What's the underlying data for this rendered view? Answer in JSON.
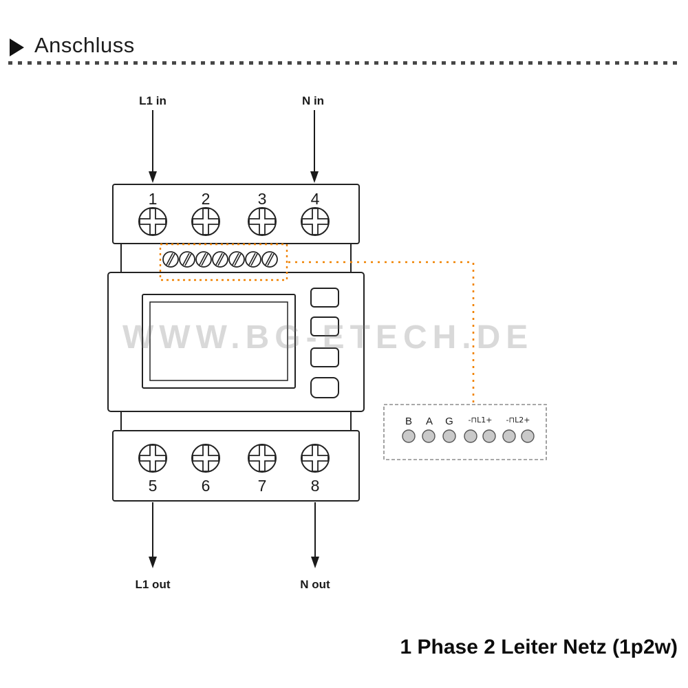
{
  "header": {
    "title": "Anschluss"
  },
  "diagram": {
    "inputs": {
      "l1": "L1 in",
      "n": "N in"
    },
    "outputs": {
      "l1": "L1 out",
      "n": "N out"
    },
    "terminals_top": [
      "1",
      "2",
      "3",
      "4"
    ],
    "terminals_bottom": [
      "5",
      "6",
      "7",
      "8"
    ],
    "watermark": "WWW.BG-ETECH.DE",
    "comm": {
      "labels": [
        "B",
        "A",
        "G"
      ],
      "pulse1": "-⊓L1+",
      "pulse2": "-⊓L2+"
    },
    "accent_color": "#f08200",
    "caption": "1 Phase 2 Leiter Netz (1p2w)"
  }
}
